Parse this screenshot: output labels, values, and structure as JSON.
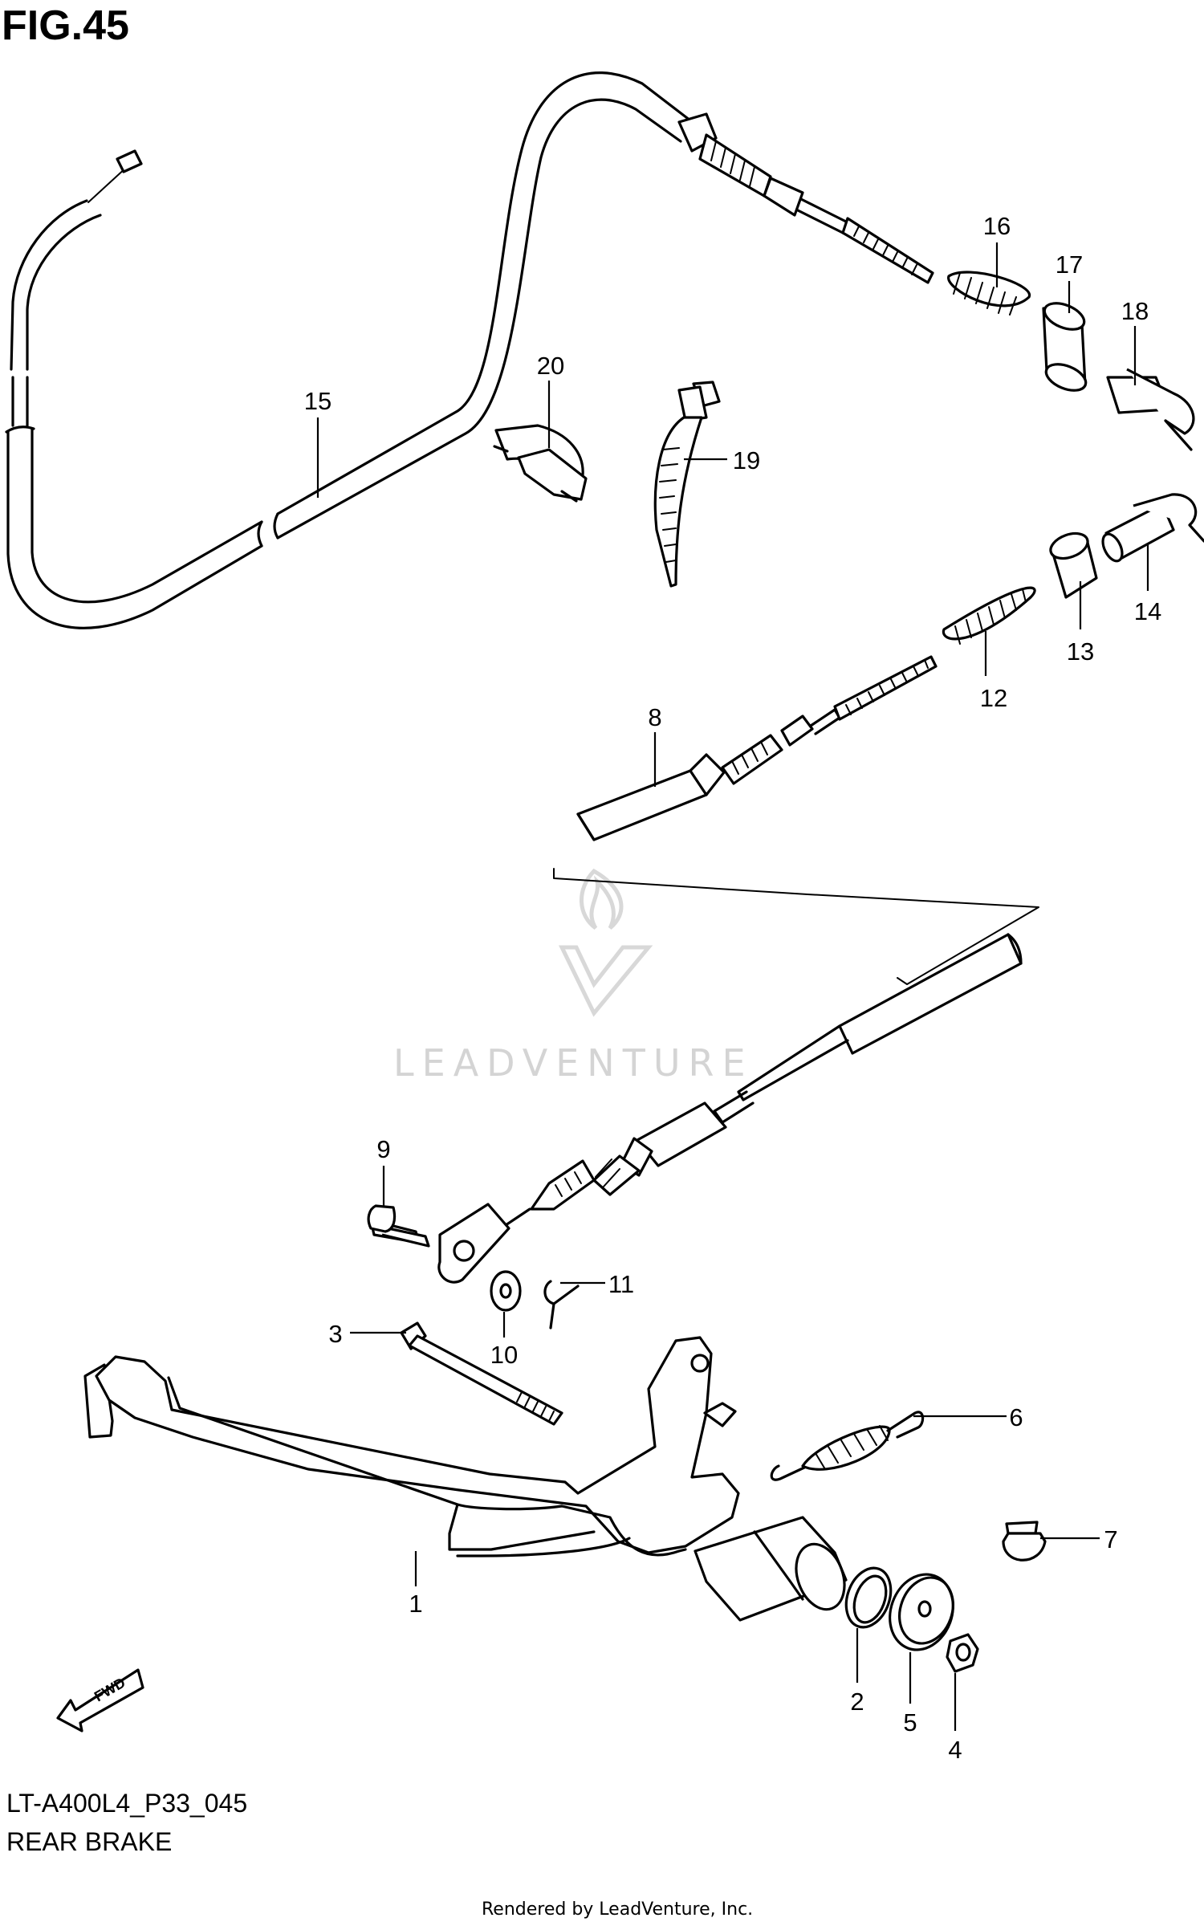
{
  "figure": {
    "title": "FIG.45",
    "model_code": "LT-A400L4_P33_045",
    "section": "REAR BRAKE",
    "credit": "Rendered by LeadVenture, Inc.",
    "watermark": "LEADVENTURE",
    "fwd_label": "FWD"
  },
  "callouts": [
    "1",
    "2",
    "3",
    "4",
    "5",
    "6",
    "7",
    "8",
    "9",
    "10",
    "11",
    "12",
    "13",
    "14",
    "15",
    "16",
    "17",
    "18",
    "19",
    "20"
  ],
  "colors": {
    "ink": "#000000",
    "paper": "#ffffff",
    "watermark": "#d4d4d4"
  }
}
